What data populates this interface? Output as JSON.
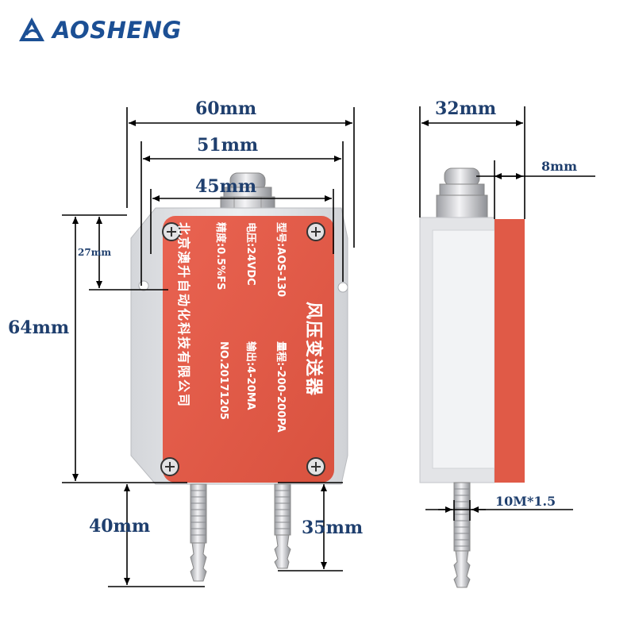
{
  "brand": {
    "name": "AOSHENG",
    "logo_icon": "aosheng-logo-icon",
    "color": "#1b4f94"
  },
  "dimensions": {
    "width_total": "60mm",
    "width_hole": "51mm",
    "width_plate": "45mm",
    "height_body": "64mm",
    "hole_offset": "27mm",
    "nozzle_left": "40mm",
    "nozzle_right": "35mm",
    "depth_total": "32mm",
    "lid_depth": "8mm",
    "thread": "10M*1.5"
  },
  "nameplate": {
    "title": "风压变送器",
    "model_label": "型号:",
    "model_value": "AOS-130",
    "range_label": "量程:",
    "range_value": "-200-200PA",
    "voltage_label": "电压:",
    "voltage_value": "24VDC",
    "output_label": "输出:",
    "output_value": "4-20MA",
    "accuracy_label": "精度:",
    "accuracy_value": "0.5%FS",
    "number_label": "NO.",
    "number_value": "20171205",
    "company": "北京澳升自动化科技有限公司"
  },
  "colors": {
    "plate": "#e05a47",
    "housing": "#e6e7ea",
    "dimension_text": "#1f3f6e",
    "lines": "#000000"
  }
}
